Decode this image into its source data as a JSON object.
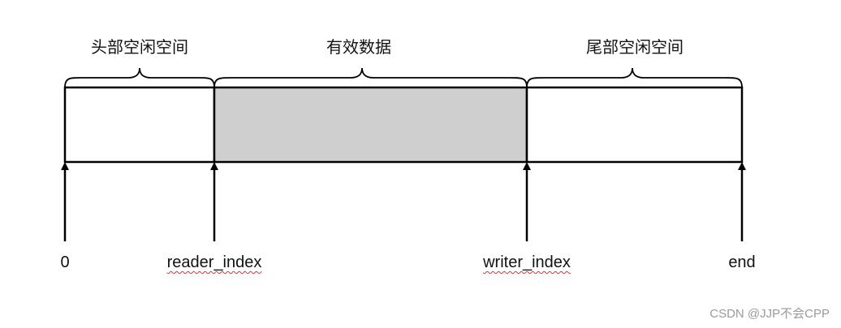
{
  "regions": [
    {
      "label": "头部空闲空间",
      "fill": "#ffffff"
    },
    {
      "label": "有效数据",
      "fill": "#d0cfd0"
    },
    {
      "label": "尾部空闲空间",
      "fill": "#ffffff"
    }
  ],
  "indices": [
    {
      "label": "0",
      "spellcheck": false
    },
    {
      "label": "reader_index",
      "spellcheck": true
    },
    {
      "label": "writer_index",
      "spellcheck": true
    },
    {
      "label": "end",
      "spellcheck": false
    }
  ],
  "watermark": "CSDN @JJP不会CPP",
  "colors": {
    "stroke": "#000000",
    "filled": "#d0cfd0",
    "spellcheck": "#e03030"
  }
}
